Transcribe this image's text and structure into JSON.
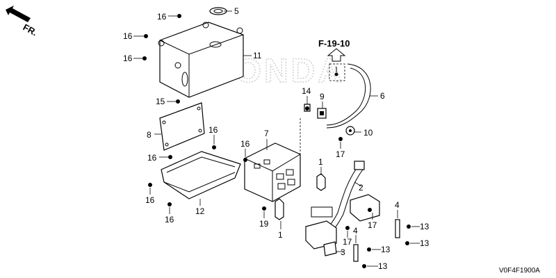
{
  "diagram": {
    "direction_label": "FR.",
    "reference": "F-19-10",
    "watermark": "HONDA",
    "figure_code": "V0F4F1900A",
    "callouts": [
      {
        "id": "c5",
        "text": "5"
      },
      {
        "id": "c11",
        "text": "11"
      },
      {
        "id": "c16a",
        "text": "16"
      },
      {
        "id": "c16b",
        "text": "16"
      },
      {
        "id": "c16c",
        "text": "16"
      },
      {
        "id": "c15",
        "text": "15"
      },
      {
        "id": "c8",
        "text": "8"
      },
      {
        "id": "c16d",
        "text": "16"
      },
      {
        "id": "c16e",
        "text": "16"
      },
      {
        "id": "c16f",
        "text": "16"
      },
      {
        "id": "c16g",
        "text": "16"
      },
      {
        "id": "c16h",
        "text": "16"
      },
      {
        "id": "c12",
        "text": "12"
      },
      {
        "id": "c7",
        "text": "7"
      },
      {
        "id": "c14",
        "text": "14"
      },
      {
        "id": "c9",
        "text": "9"
      },
      {
        "id": "c6",
        "text": "6"
      },
      {
        "id": "c10",
        "text": "10"
      },
      {
        "id": "c17a",
        "text": "17"
      },
      {
        "id": "c1a",
        "text": "1"
      },
      {
        "id": "c2",
        "text": "2"
      },
      {
        "id": "c19",
        "text": "19"
      },
      {
        "id": "c1b",
        "text": "1"
      },
      {
        "id": "c17b",
        "text": "17"
      },
      {
        "id": "c4a",
        "text": "4"
      },
      {
        "id": "c17c",
        "text": "17"
      },
      {
        "id": "c4b",
        "text": "4"
      },
      {
        "id": "c3",
        "text": "3"
      },
      {
        "id": "c13a",
        "text": "13"
      },
      {
        "id": "c13b",
        "text": "13"
      },
      {
        "id": "c13c",
        "text": "13"
      },
      {
        "id": "c13d",
        "text": "13"
      }
    ]
  }
}
